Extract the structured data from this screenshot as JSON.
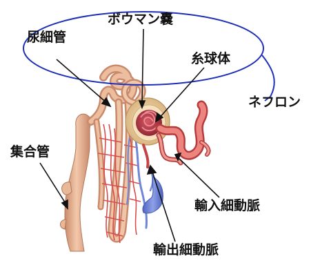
{
  "labels": {
    "bowman_capsule": "ボウマン嚢",
    "renal_tubule": "尿細管",
    "glomerulus": "糸球体",
    "nephron": "ネフロン",
    "collecting_duct": "集合管",
    "afferent_arteriole": "輸入細動脈",
    "efferent_arteriole": "輸出細動脈"
  },
  "colors": {
    "ellipse_outline": "#1e2fb8",
    "tubule": "#e9b596",
    "tubule_shade": "#c98a6b",
    "artery": "#e06a6a",
    "artery_dark": "#b53c3c",
    "vein": "#6f86d6",
    "capillary": "#d94c4c",
    "capsule": "#e3c99a",
    "glomerulus": "#a42f3c",
    "pointer_line": "#111111"
  }
}
